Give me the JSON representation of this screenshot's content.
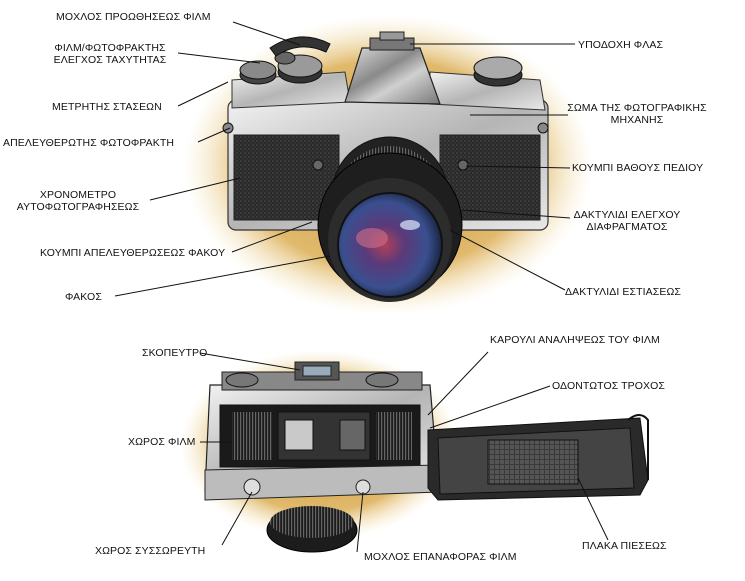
{
  "top_labels": {
    "film_advance_lever": "ΜΟΧΛΟΣ ΠΡΟΩΘΗΣΕΩΣ ΦΙΛΜ",
    "film_speed": [
      "ΦΙΛΜ/ΦΩΤΟΦΡΑΚΤΗΣ",
      "ΕΛΕΓΧΟΣ ΤΑΧΥΤΗΤΑΣ"
    ],
    "frame_counter": "ΜΕΤΡΗΤΗΣ ΣΤΑΣΕΩΝ",
    "shutter_release": "ΑΠΕΛΕΥΘΕΡΩΤΗΣ ΦΩΤΟΦΡΑΚΤΗ",
    "self_timer": [
      "ΧΡΟΝΟΜΕΤΡΟ",
      "ΑΥΤΟΦΩΤΟΓΡΑΦΗΣΕΩΣ"
    ],
    "lens_release": "ΚΟΥΜΠΙ  ΑΠΕΛΕΥΘΕΡΩΣΕΩΣ ΦΑΚΟΥ",
    "lens": "ΦΑΚΟΣ",
    "flash_shoe": "ΥΠΟΔΟΧΗ ΦΛΑΣ",
    "camera_body": [
      "ΣΩΜΑ ΤΗΣ ΦΩΤΟΓΡΑΦΙΚΗΣ",
      "ΜΗΧΑΝΗΣ"
    ],
    "depth_of_field": "ΚΟΥΜΠΙ ΒΑΘΟΥΣ ΠΕΔΙΟΥ",
    "aperture_ring": [
      "ΔΑΚΤΥΛΙΔΙ ΕΛΕΓΧΟΥ",
      "ΔΙΑΦΡΑΓΜΑΤΟΣ"
    ],
    "focus_ring": "ΔΑΚΤΥΛΙΔΙ ΕΣΤΙΑΣΕΩΣ"
  },
  "bottom_labels": {
    "viewfinder": "ΣΚΟΠΕΥΤΡΟ",
    "film_chamber": "ΧΩΡΟΣ ΦΙΛΜ",
    "battery_chamber": "ΧΩΡΟΣ ΣΥΣΣΩΡΕΥΤΗ",
    "rewind_lever": "ΜΟΧΛΟΣ ΕΠΑΝΑΦΟΡΑΣ ΦΙΛΜ",
    "take_up_spool": "ΚΑΡΟΥΛΙ ΑΝΑΛΗΨΕΩΣ ΤΟΥ ΦΙΛΜ",
    "sprocket": "ΟΔΟΝΤΩΤΟΣ ΤΡΟΧΟΣ",
    "pressure_plate": "ΠΛΑΚΑ ΠΙΕΣΕΩΣ"
  },
  "colors": {
    "halo_outer": "#f2d9a0",
    "halo_inner": "#c8902e",
    "metal_light": "#d9d9d9",
    "metal_mid": "#9a9a9a",
    "leather": "#2a2a2a",
    "lens_glass": "#3a4f8f",
    "lens_glint": "#b0405a",
    "leader_line": "#111111"
  },
  "icons": [
    "camera-front-illustration",
    "camera-open-back-illustration"
  ]
}
